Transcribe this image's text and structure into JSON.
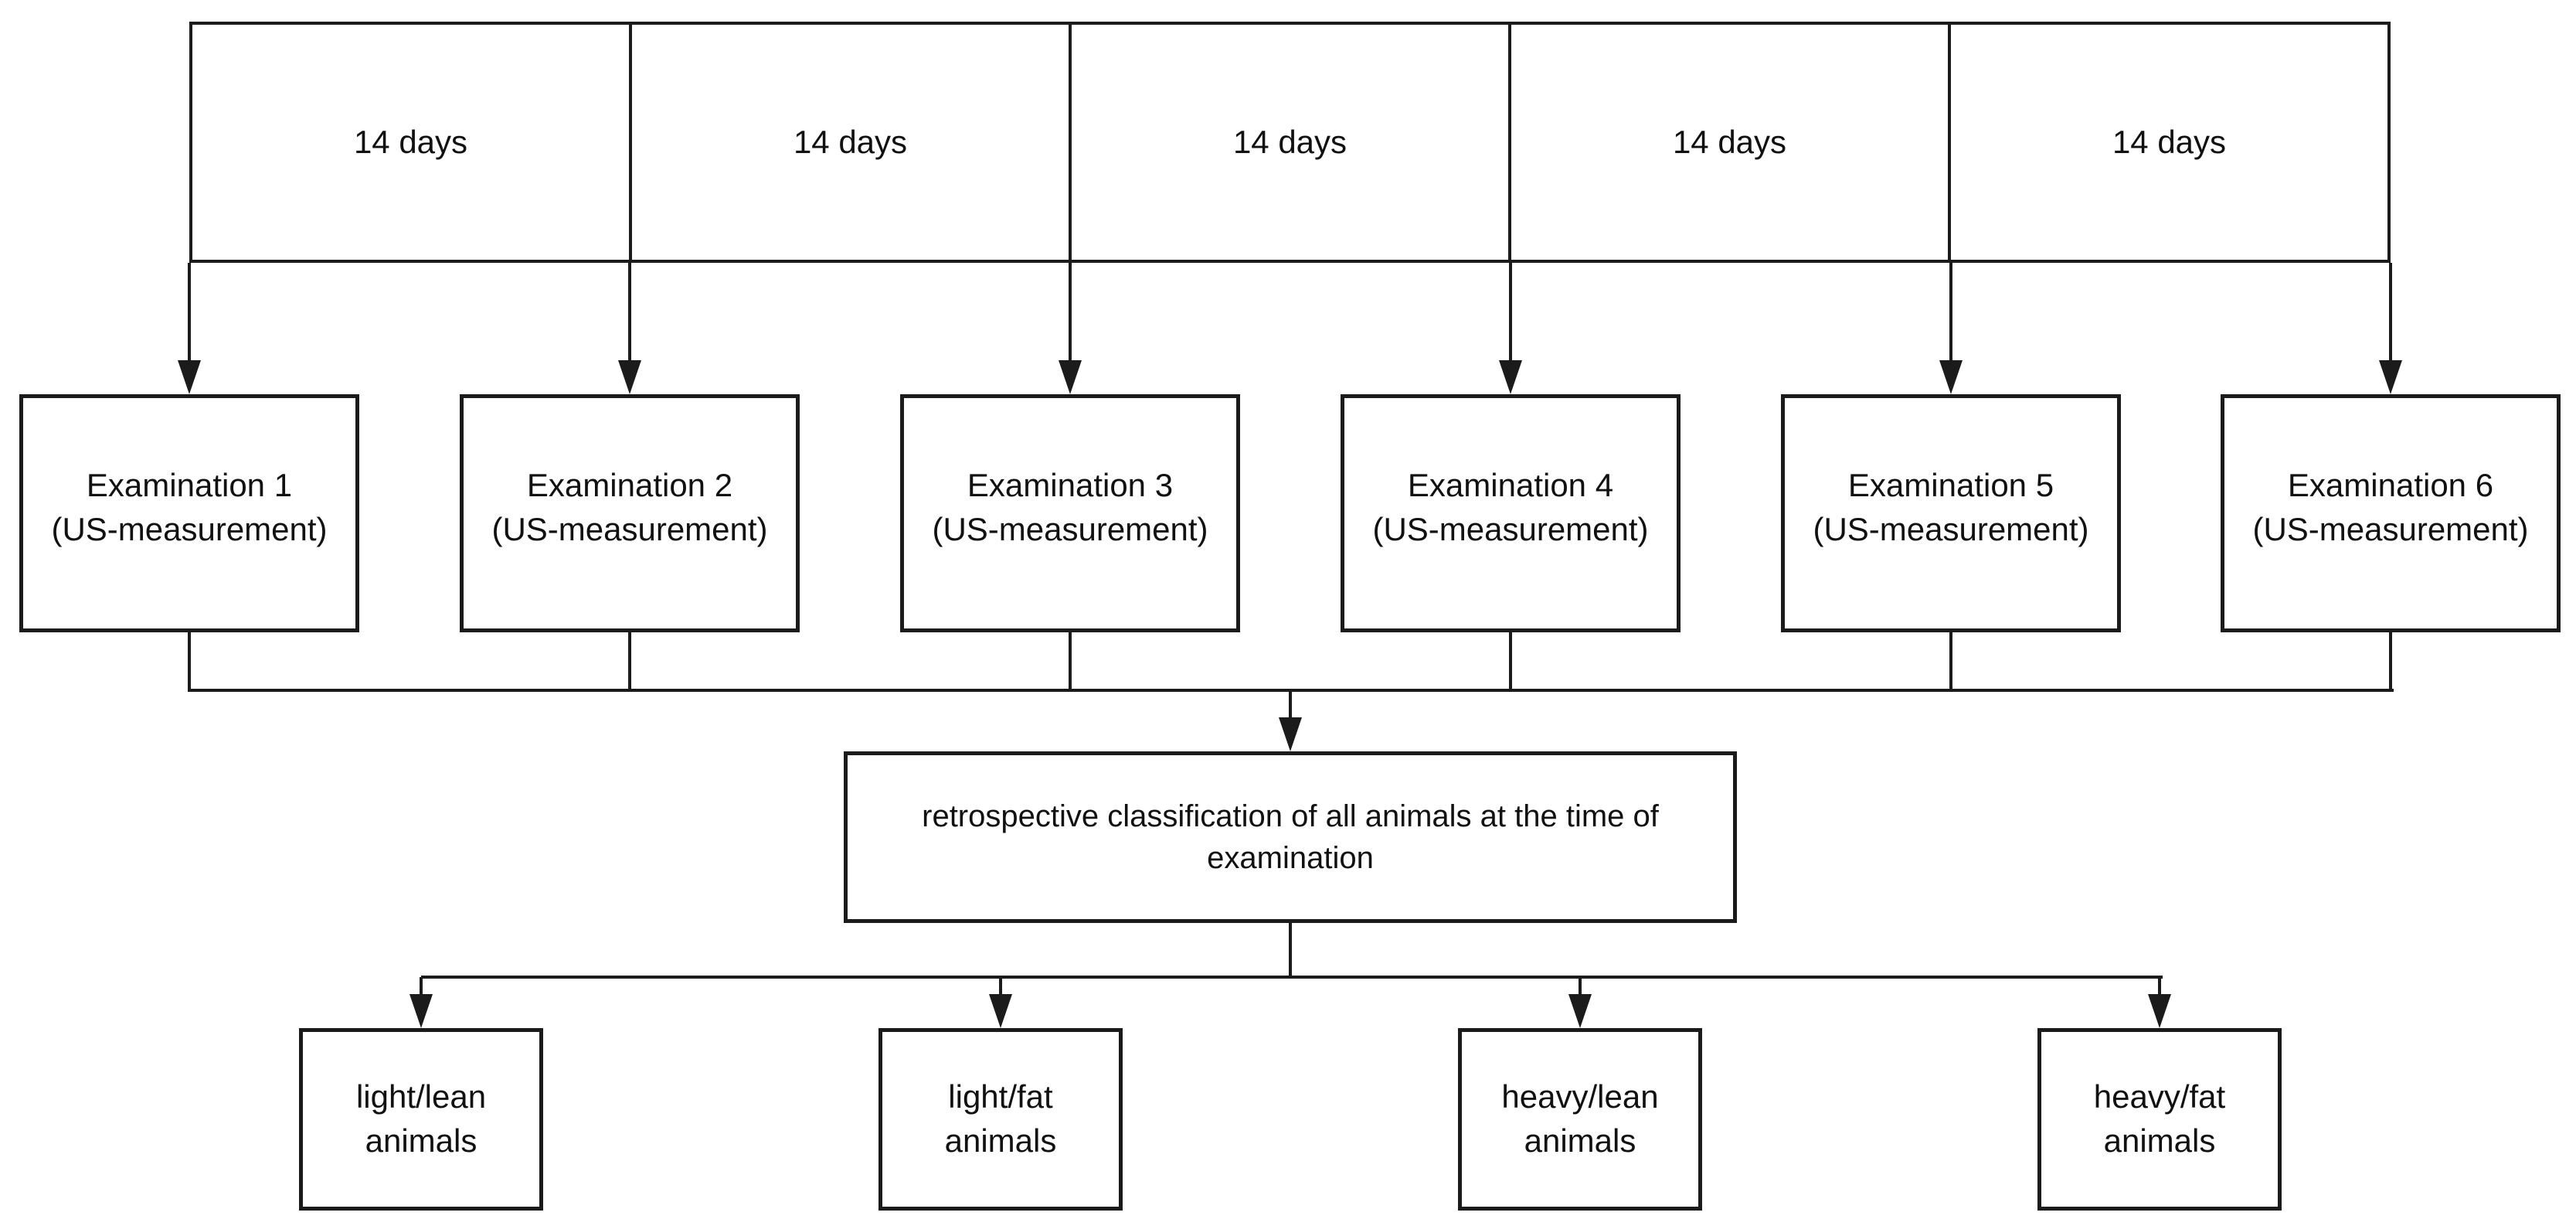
{
  "palette": {
    "background": "#ffffff",
    "line_color": "#1b1b1b",
    "text_color": "#111111"
  },
  "icons": {
    "arrow_down": "filled-triangle-down-arrowhead"
  },
  "timeline": {
    "segments": [
      {
        "label": "14 days"
      },
      {
        "label": "14 days"
      },
      {
        "label": "14 days"
      },
      {
        "label": "14 days"
      },
      {
        "label": "14 days"
      }
    ]
  },
  "examinations": [
    {
      "title": "Examination 1",
      "subtitle": "(US-measurement)"
    },
    {
      "title": "Examination 2",
      "subtitle": "(US-measurement)"
    },
    {
      "title": "Examination 3",
      "subtitle": "(US-measurement)"
    },
    {
      "title": "Examination 4",
      "subtitle": "(US-measurement)"
    },
    {
      "title": "Examination 5",
      "subtitle": "(US-measurement)"
    },
    {
      "title": "Examination 6",
      "subtitle": "(US-measurement)"
    }
  ],
  "classification": {
    "text": "retrospective classification of all animals at the time of examination"
  },
  "groups": [
    {
      "label": "light/lean animals"
    },
    {
      "label": "light/fat animals"
    },
    {
      "label": "heavy/lean animals"
    },
    {
      "label": "heavy/fat animals"
    }
  ]
}
